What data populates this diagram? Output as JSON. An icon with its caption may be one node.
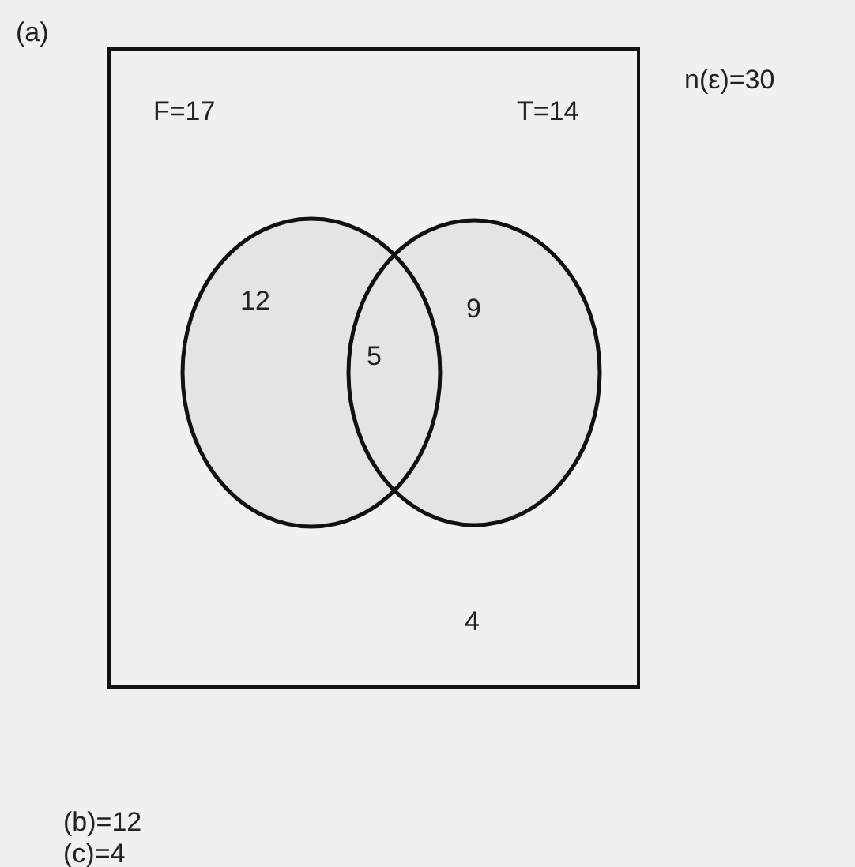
{
  "diagram": {
    "nodes": [
      {
        "text": [
          "F=17",
          "T=14",
          "4"
        ]
      },
      {
        "text": [
          "12"
        ],
        "in": 0
      },
      {
        "text": [
          "9"
        ],
        "in": 0
      }
    ],
    "labels": [
      "(a)",
      "n(ε)=30",
      "5",
      "(b)=12",
      "(c)=4"
    ]
  }
}
